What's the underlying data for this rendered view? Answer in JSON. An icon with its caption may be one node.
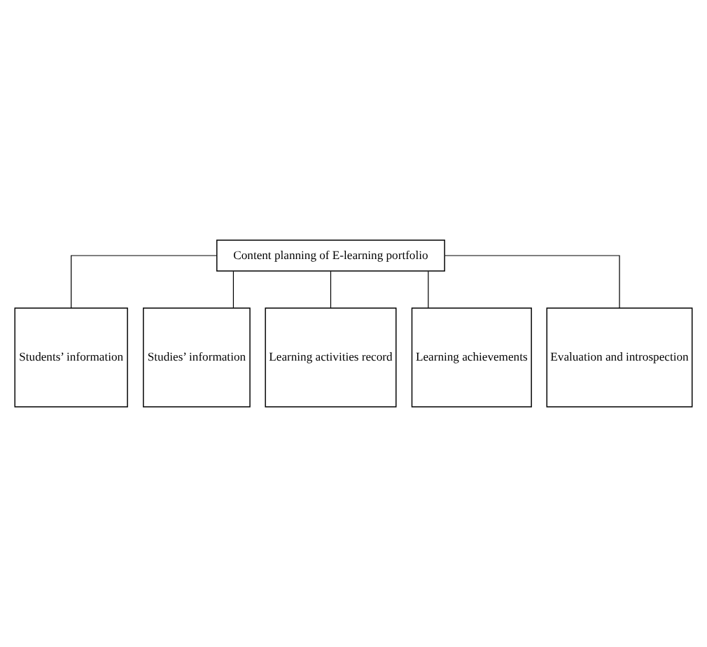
{
  "diagram": {
    "nodes": [
      {
        "text": [
          "Content planning of E-learning portfolio"
        ]
      },
      {
        "text": [
          "Students’ information"
        ]
      },
      {
        "text": [
          "Studies’ information"
        ]
      },
      {
        "text": [
          "Learning activities record"
        ]
      },
      {
        "text": [
          "Learning achievements"
        ]
      },
      {
        "text": [
          "Evaluation and introspection"
        ]
      }
    ],
    "edges": [
      {
        "from": 0,
        "to": 1,
        "arrow": "none"
      },
      {
        "from": 0,
        "to": 2,
        "arrow": "none"
      },
      {
        "from": 0,
        "to": 3,
        "arrow": "none"
      },
      {
        "from": 0,
        "to": 4,
        "arrow": "none"
      },
      {
        "from": 0,
        "to": 5,
        "arrow": "none"
      }
    ]
  }
}
